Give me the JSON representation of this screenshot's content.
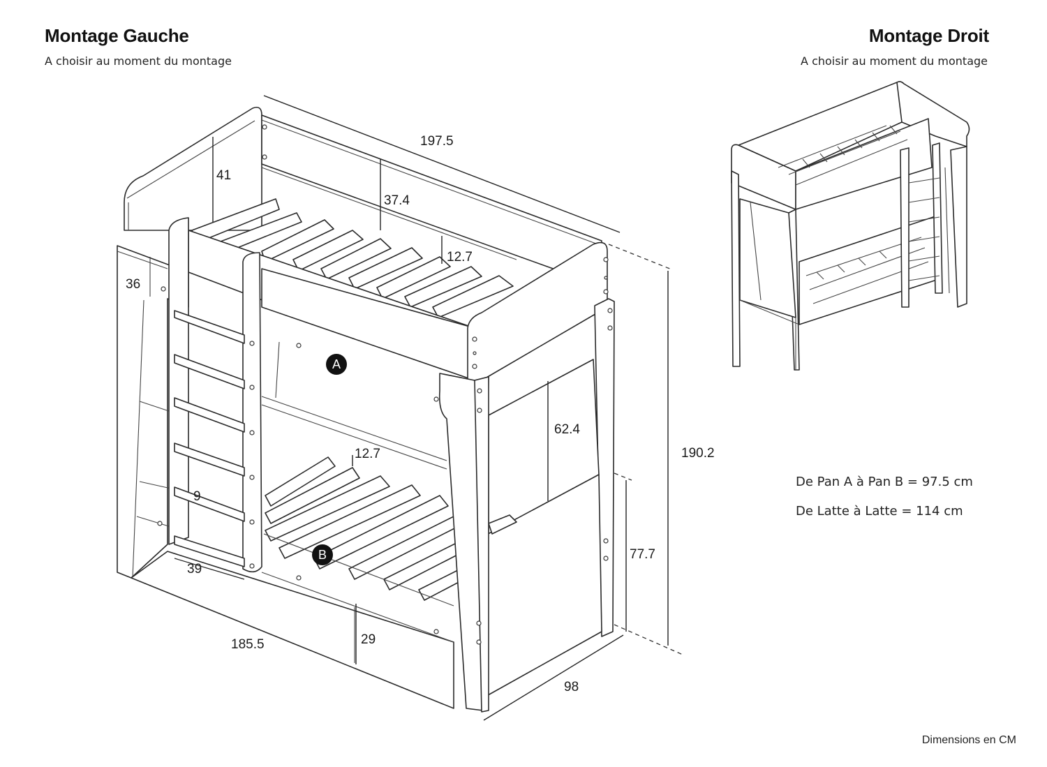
{
  "left": {
    "title": "Montage Gauche",
    "subtitle": "A choisir au moment du montage"
  },
  "right": {
    "title": "Montage Droit",
    "subtitle": "A choisir au moment du montage"
  },
  "dimensions": {
    "length_total": "197.5",
    "headboard_height": "41",
    "side_rail_upper": "37.4",
    "upper_guard": "12.7",
    "ladder_end_panel": "36",
    "lower_gap": "62.4",
    "total_height": "190.2",
    "lower_guard": "12.7",
    "ladder_step": "9",
    "ladder_width": "39",
    "lower_bed_height": "77.7",
    "base_length": "185.5",
    "drawer_height": "29",
    "depth": "98"
  },
  "markers": {
    "a": "A",
    "b": "B"
  },
  "notes": {
    "pan_distance": "De Pan A à Pan B = 97.5 cm",
    "latte_distance": "De Latte à Latte = 114 cm"
  },
  "footer": "Dimensions en CM"
}
